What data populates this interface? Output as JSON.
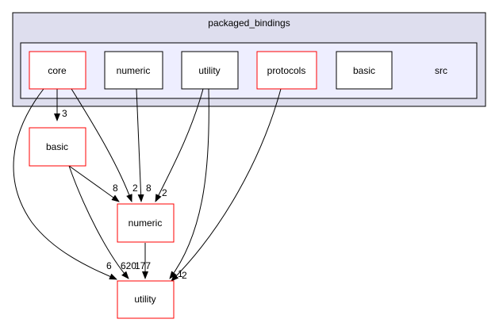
{
  "outer_cluster": {
    "label": "packaged_bindings"
  },
  "inner_cluster": {
    "label": "src"
  },
  "nodes": {
    "core": "core",
    "numeric_src": "numeric",
    "utility_src": "utility",
    "protocols": "protocols",
    "basic_src": "basic",
    "basic": "basic",
    "numeric": "numeric",
    "utility": "utility"
  },
  "edges": {
    "core_basic": "3",
    "core_numeric": "2",
    "core_utility": "6",
    "basic_numeric": "8",
    "basic_utility": "620",
    "numericsrc_numeric": "8",
    "utilitysrc_numeric": "2",
    "utilitysrc_utility": "1",
    "numeric_utility": "177",
    "protocols_utility": "2"
  },
  "colors": {
    "cluster_outer_fill": "#dedeee",
    "cluster_inner_fill": "#eeeeff",
    "red_border": "#ff0000",
    "black_border": "#000000"
  }
}
